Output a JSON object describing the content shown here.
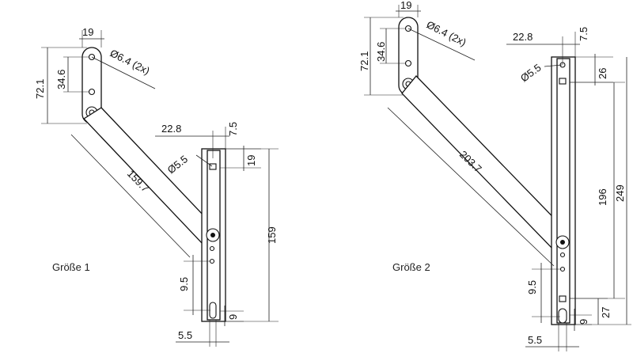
{
  "size1": {
    "caption": "Größe 1",
    "dims": {
      "arm_width": "19",
      "hole_dia": "Ø6.4 (2x)",
      "height_total": "72.1",
      "hole_spacing": "34.6",
      "arm_length": "159.7",
      "offset": "22.8",
      "rail_edge": "7.5",
      "slot_dia": "Ø5.5",
      "top_gap": "19",
      "rail_height": "159",
      "lower_spacing": "9.5",
      "bottom_gap": "9",
      "slot_width": "5.5"
    }
  },
  "size2": {
    "caption": "Größe 2",
    "dims": {
      "arm_width": "19",
      "hole_dia": "Ø6.4 (2x)",
      "height_total": "72.1",
      "hole_spacing": "34.6",
      "arm_length": "203.7",
      "offset": "22.8",
      "rail_edge": "7.5",
      "slot_dia": "Ø5.5",
      "top_gap": "26",
      "rail_height_inner": "196",
      "rail_height": "249",
      "lower_spacing": "9.5",
      "bottom_gap": "9",
      "bottom_offset": "27",
      "slot_width": "5.5"
    }
  }
}
